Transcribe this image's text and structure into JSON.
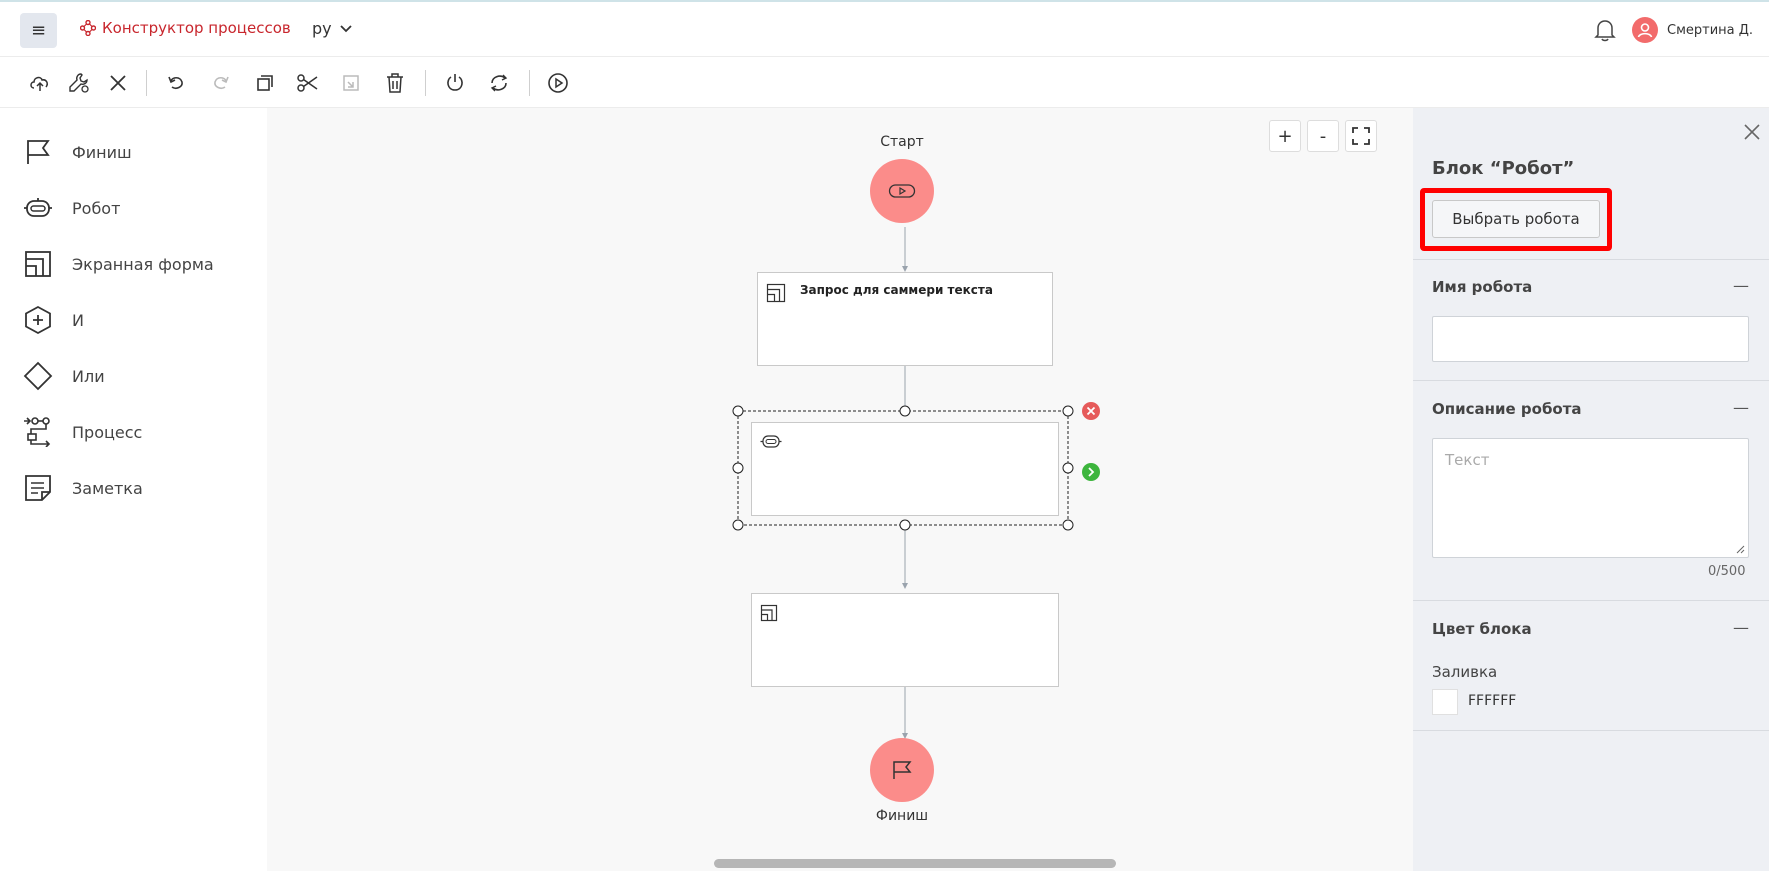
{
  "header": {
    "menu_icon": "≡",
    "app_title": "Конструктор процессов",
    "language": "ру",
    "user_name": "Смертина Д."
  },
  "palette": {
    "items": [
      {
        "label": "Финиш",
        "icon": "flag-icon"
      },
      {
        "label": "Робот",
        "icon": "robot-icon"
      },
      {
        "label": "Экранная форма",
        "icon": "screen-form-icon"
      },
      {
        "label": "И",
        "icon": "and-hexagon-icon"
      },
      {
        "label": "Или",
        "icon": "or-diamond-icon"
      },
      {
        "label": "Процесс",
        "icon": "process-icon"
      },
      {
        "label": "Заметка",
        "icon": "note-icon"
      }
    ]
  },
  "canvas": {
    "zoom_in": "+",
    "zoom_out": "-",
    "start_label": "Старт",
    "finish_label": "Финиш",
    "box1_title": "Запрос для саммери текста",
    "colors": {
      "circle": "#fb8c8a",
      "delete": "#e65a5a",
      "next": "#3db53d"
    }
  },
  "panel": {
    "title": "Блок “Робот”",
    "choose_robot": "Выбрать робота",
    "robot_name_title": "Имя робота",
    "robot_name_value": "",
    "description_title": "Описание робота",
    "description_placeholder": "Текст",
    "counter": "0/500",
    "color_title": "Цвет блока",
    "fill_label": "Заливка",
    "fill_value": "FFFFFF",
    "collapse_symbol": "—"
  }
}
